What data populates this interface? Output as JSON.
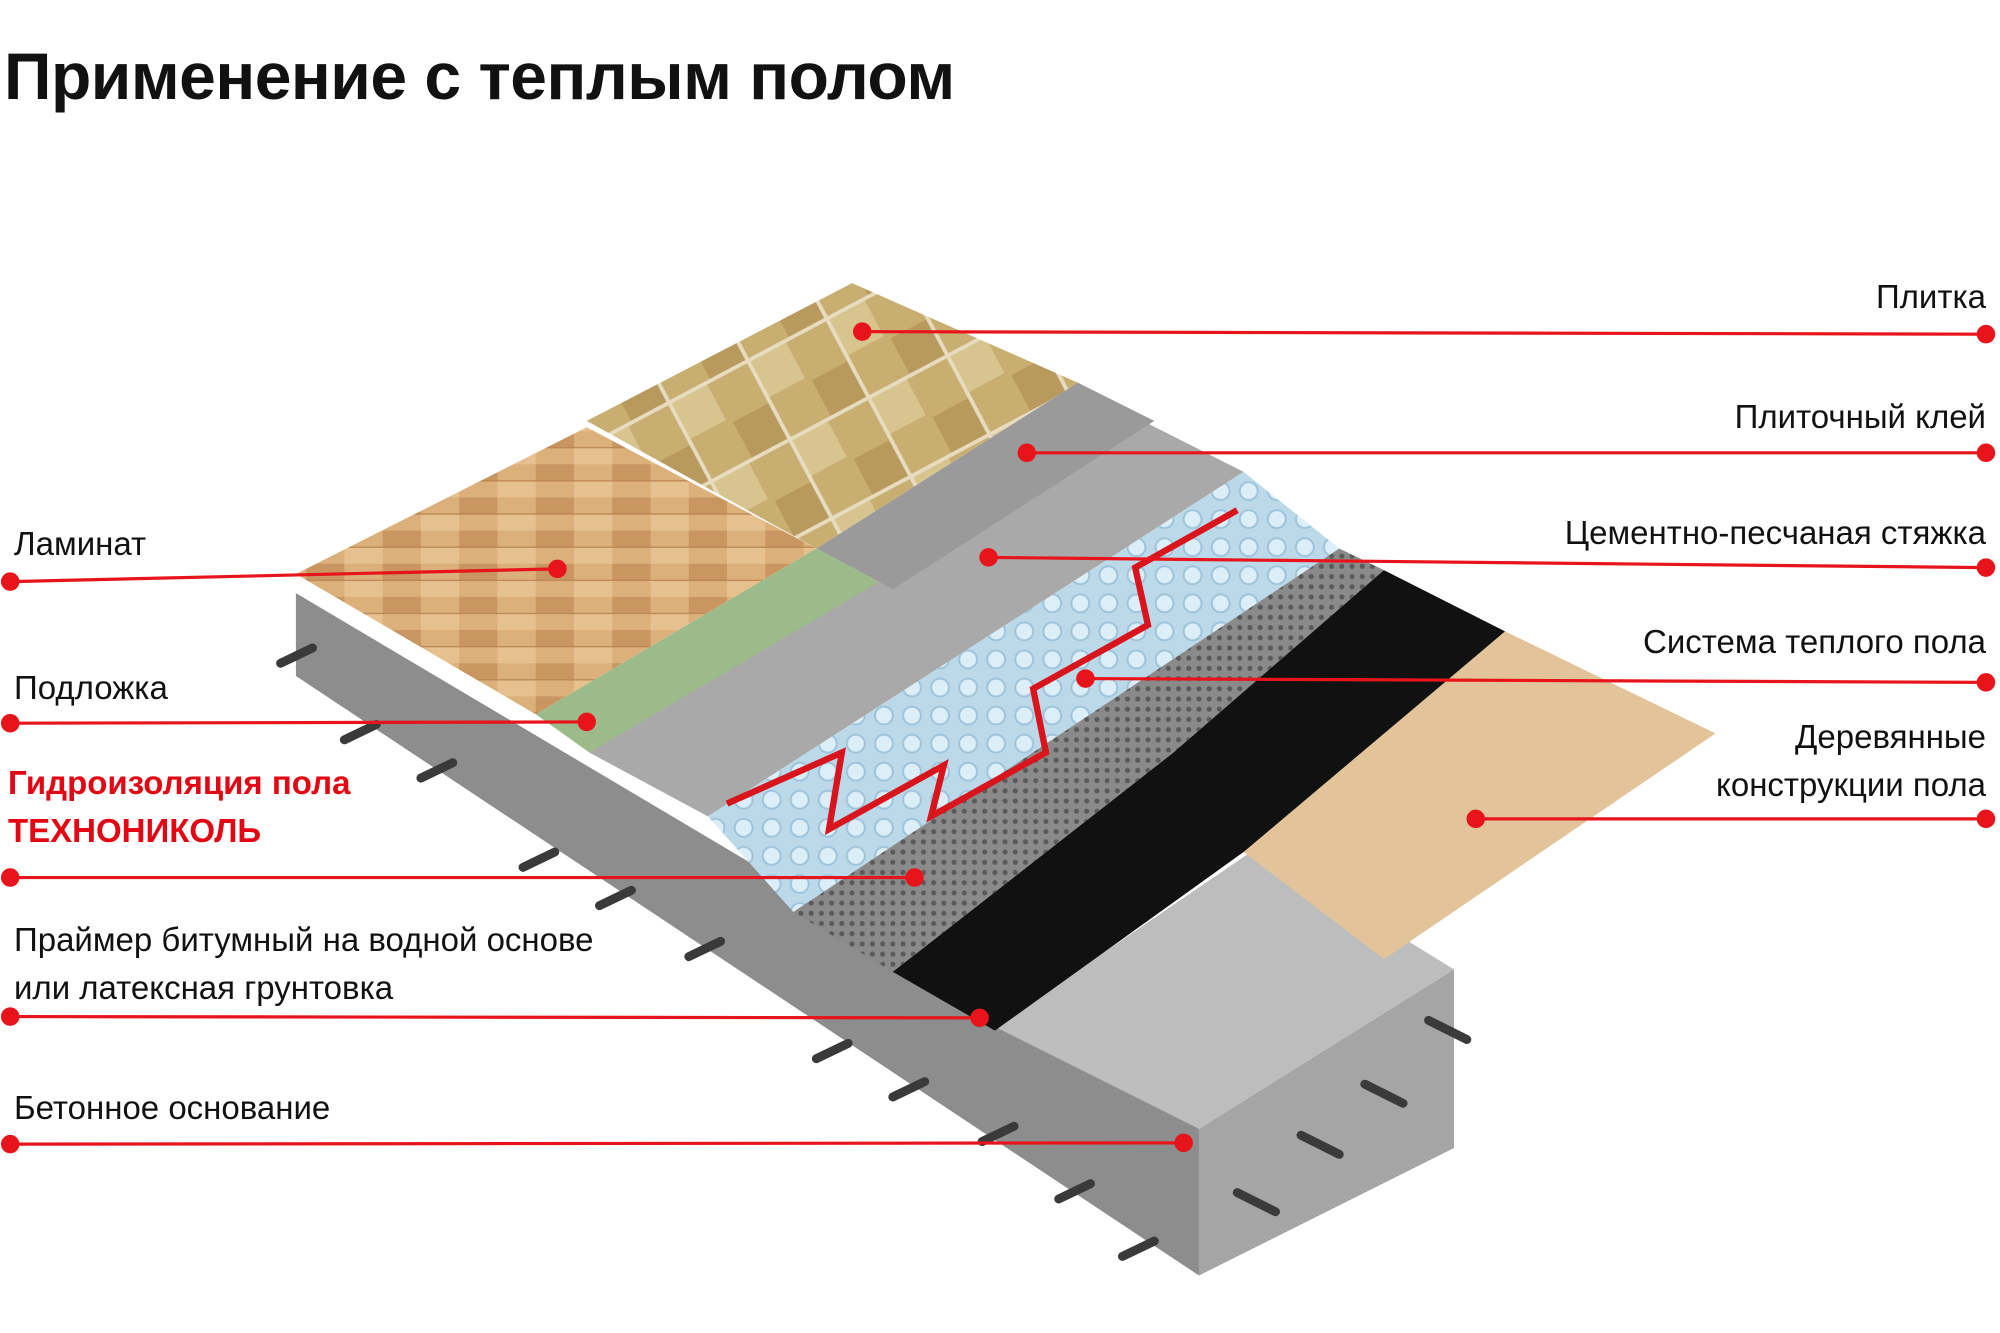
{
  "title": "Применение с теплым полом",
  "colors": {
    "accent": "#e30613",
    "line": "#e8141c"
  },
  "labels_right": [
    {
      "id": "tile",
      "text": "Плитка"
    },
    {
      "id": "tile-adhesive",
      "text": "Плиточный клей"
    },
    {
      "id": "screed",
      "text": "Цементно-песчаная стяжка"
    },
    {
      "id": "heating",
      "text": "Система теплого пола"
    },
    {
      "id": "wood",
      "line1": "Деревянные",
      "line2": "конструкции пола"
    }
  ],
  "labels_left": [
    {
      "id": "laminate",
      "text": "Ламинат"
    },
    {
      "id": "underlay",
      "text": "Подложка"
    },
    {
      "id": "waterproofing",
      "line1": "Гидроизоляция пола",
      "line2": "ТЕХНОНИКОЛЬ"
    },
    {
      "id": "primer",
      "line1": "Праймер битумный на водной основе",
      "line2": "или латексная грунтовка"
    },
    {
      "id": "concrete",
      "text": "Бетонное основание"
    }
  ]
}
